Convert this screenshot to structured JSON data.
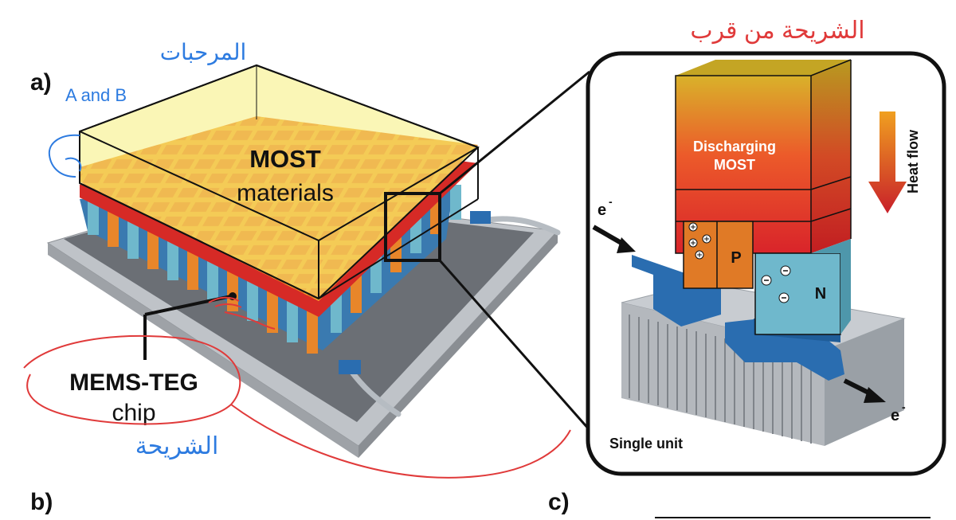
{
  "panel_labels": {
    "a": "a)",
    "b": "b)",
    "c": "c)"
  },
  "device": {
    "most_title": "MOST",
    "most_subtitle": "materials",
    "mems_title": "MEMS-TEG",
    "mems_subtitle": "chip"
  },
  "inset": {
    "discharging_line1": "Discharging",
    "discharging_line2": "MOST",
    "heat_flow": "Heat flow",
    "p_label": "P",
    "n_label": "N",
    "electron_in": "e",
    "electron_out": "e",
    "electron_sup": "-",
    "single_unit": "Single unit"
  },
  "annotations": {
    "arabic_top_left": "المرحبات",
    "a_and_b": "A and B",
    "arabic_top_right": "الشريحة من قرب",
    "arabic_bottom_left": "الشريحة"
  },
  "colors": {
    "most_fill": "#f6ef7a",
    "teg_orange": "#e8862a",
    "teg_blue": "#6fb8cc",
    "pen_red": "#e03a3a",
    "pen_blue": "#2d7be0"
  }
}
